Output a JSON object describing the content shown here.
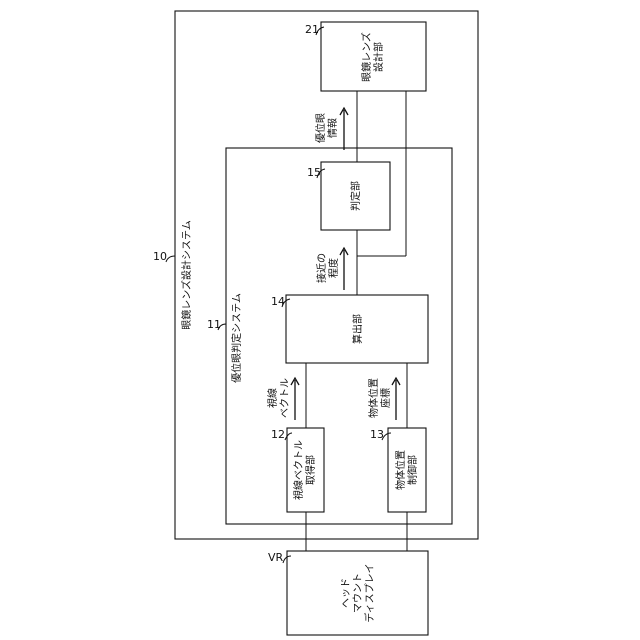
{
  "diagram": {
    "system": {
      "ref": "10",
      "label": "眼鏡レンズ設計システム"
    },
    "subsystem": {
      "ref": "11",
      "label": "優位眼判定システム"
    },
    "blocks": {
      "lens_design": {
        "ref": "21",
        "lines": [
          "眼鏡レンズ",
          "設計部"
        ]
      },
      "judgment": {
        "ref": "15",
        "lines": [
          "判定部"
        ]
      },
      "calculation": {
        "ref": "14",
        "lines": [
          "算出部"
        ]
      },
      "gaze_vector": {
        "ref": "12",
        "lines": [
          "視線ベクトル",
          "取得部"
        ]
      },
      "object_position": {
        "ref": "13",
        "lines": [
          "物体位置",
          "制御部"
        ]
      },
      "hmd": {
        "ref": "VR",
        "lines": [
          "ヘッド",
          "マウント",
          "ディスプレイ"
        ]
      }
    },
    "arrows": {
      "dominant_eye_info": [
        "優位眼",
        "情報"
      ],
      "proximity_degree": [
        "接近の",
        "程度"
      ],
      "gaze_vector": [
        "視線",
        "ベクトル"
      ],
      "object_coords": [
        "物体位置",
        "座標"
      ]
    }
  }
}
